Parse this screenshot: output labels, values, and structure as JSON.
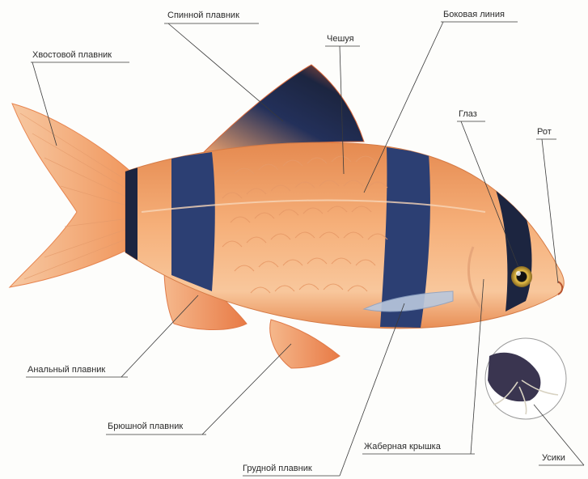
{
  "labels": {
    "dorsal_fin": "Спинной плавник",
    "lateral_line": "Боковая линия",
    "caudal_fin": "Хвостовой плавник",
    "scales": "Чешуя",
    "eye": "Глаз",
    "mouth": "Рот",
    "anal_fin": "Анальный плавник",
    "pelvic_fin": "Брюшной плавник",
    "gill_cover": "Жаберная крышка",
    "pectoral_fin": "Грудной плавник",
    "barbels": "Усики"
  },
  "colors": {
    "body": "#f2a46e",
    "belly": "#fbd9b8",
    "band": "#2c3f73",
    "fin": "#f0a06a",
    "fin_edge": "#e0643a",
    "dark_tip": "#1c2540"
  }
}
